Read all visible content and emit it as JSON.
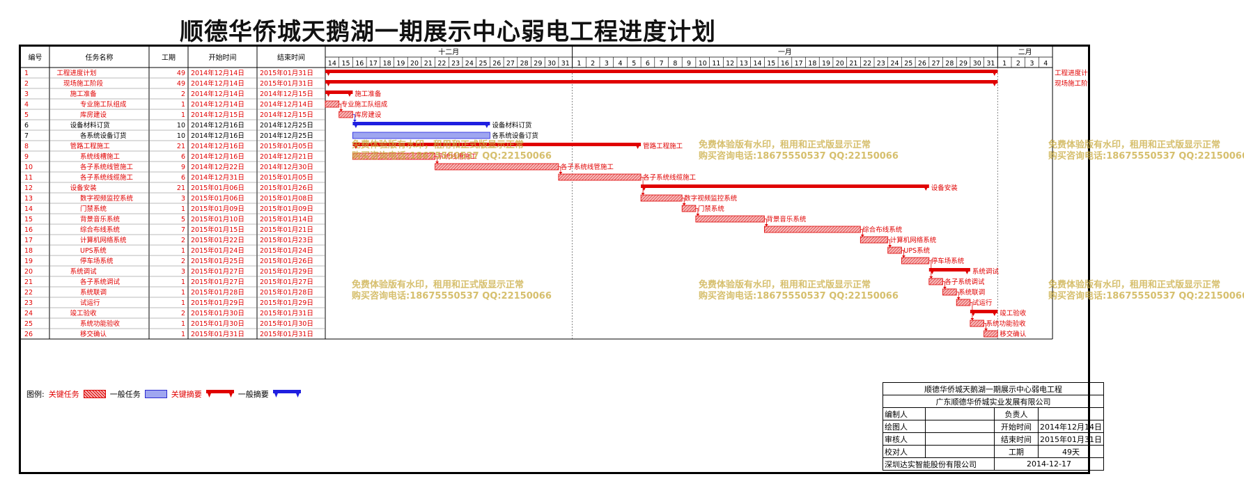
{
  "title": "顺德华侨城天鹅湖一期展示中心弱电工程进度计划",
  "table": {
    "headers": {
      "id": "编号",
      "name": "任务名称",
      "duration": "工期",
      "start": "开始时间",
      "end": "结束时间"
    }
  },
  "timescale": {
    "months": [
      {
        "label": "十二月",
        "days": [
          "14",
          "15",
          "16",
          "17",
          "18",
          "19",
          "20",
          "21",
          "22",
          "23",
          "24",
          "25",
          "26",
          "27",
          "28",
          "29",
          "30",
          "31"
        ]
      },
      {
        "label": "一月",
        "days": [
          "1",
          "2",
          "3",
          "4",
          "5",
          "6",
          "7",
          "8",
          "9",
          "10",
          "11",
          "12",
          "13",
          "14",
          "15",
          "16",
          "17",
          "18",
          "19",
          "20",
          "21",
          "22",
          "23",
          "24",
          "25",
          "26",
          "27",
          "28",
          "29",
          "30",
          "31"
        ]
      },
      {
        "label": "二月",
        "days": [
          "1",
          "2",
          "3",
          "4"
        ]
      }
    ]
  },
  "chart_data": {
    "type": "gantt",
    "x_start": "2014-12-14",
    "x_end": "2015-02-04",
    "tasks": [
      {
        "id": "1",
        "name": "工程进度计划",
        "indent": 0,
        "duration": 49,
        "start": "2014年12月14日",
        "end": "2015年01月31日",
        "s": "2014-12-14",
        "e": "2015-01-31",
        "kind": "critical-summary",
        "label": "工程进度计划",
        "label_pos": "right-outside"
      },
      {
        "id": "2",
        "name": "现场施工阶段",
        "indent": 1,
        "duration": 49,
        "start": "2014年12月14日",
        "end": "2015年01月31日",
        "s": "2014-12-14",
        "e": "2015-01-31",
        "kind": "critical-summary",
        "label": "现场施工阶段",
        "label_pos": "right-outside"
      },
      {
        "id": "3",
        "name": "施工准备",
        "indent": 2,
        "duration": 2,
        "start": "2014年12月14日",
        "end": "2014年12月15日",
        "s": "2014-12-14",
        "e": "2014-12-15",
        "kind": "critical-summary",
        "label": "施工准备"
      },
      {
        "id": "4",
        "name": "专业施工队组成",
        "indent": 3,
        "duration": 1,
        "start": "2014年12月14日",
        "end": "2014年12月14日",
        "s": "2014-12-14",
        "e": "2014-12-14",
        "kind": "critical",
        "label": "专业施工队组成"
      },
      {
        "id": "5",
        "name": "库房建设",
        "indent": 3,
        "duration": 1,
        "start": "2014年12月15日",
        "end": "2014年12月15日",
        "s": "2014-12-15",
        "e": "2014-12-15",
        "kind": "critical",
        "label": "库房建设"
      },
      {
        "id": "6",
        "name": "设备材料订货",
        "indent": 2,
        "duration": 10,
        "start": "2014年12月16日",
        "end": "2014年12月25日",
        "s": "2014-12-16",
        "e": "2014-12-25",
        "kind": "normal-summary",
        "label": "设备材料订货"
      },
      {
        "id": "7",
        "name": "各系统设备订货",
        "indent": 3,
        "duration": 10,
        "start": "2014年12月16日",
        "end": "2014年12月25日",
        "s": "2014-12-16",
        "e": "2014-12-25",
        "kind": "normal",
        "label": "各系统设备订货"
      },
      {
        "id": "8",
        "name": "管路工程施工",
        "indent": 2,
        "duration": 21,
        "start": "2014年12月16日",
        "end": "2015年01月05日",
        "s": "2014-12-16",
        "e": "2015-01-05",
        "kind": "critical-summary",
        "label": "管路工程施工"
      },
      {
        "id": "9",
        "name": "系统线槽施工",
        "indent": 3,
        "duration": 6,
        "start": "2014年12月16日",
        "end": "2014年12月21日",
        "s": "2014-12-16",
        "e": "2014-12-21",
        "kind": "critical",
        "label": "系统线槽施工"
      },
      {
        "id": "10",
        "name": "各子系统线管施工",
        "indent": 3,
        "duration": 9,
        "start": "2014年12月22日",
        "end": "2014年12月30日",
        "s": "2014-12-22",
        "e": "2014-12-30",
        "kind": "critical",
        "label": "各子系统线管施工"
      },
      {
        "id": "11",
        "name": "各子系统线缆施工",
        "indent": 3,
        "duration": 6,
        "start": "2014年12月31日",
        "end": "2015年01月05日",
        "s": "2014-12-31",
        "e": "2015-01-05",
        "kind": "critical",
        "label": "各子系统线缆施工"
      },
      {
        "id": "12",
        "name": "设备安装",
        "indent": 2,
        "duration": 21,
        "start": "2015年01月06日",
        "end": "2015年01月26日",
        "s": "2015-01-06",
        "e": "2015-01-26",
        "kind": "critical-summary",
        "label": "设备安装"
      },
      {
        "id": "13",
        "name": "数字视频监控系统",
        "indent": 3,
        "duration": 3,
        "start": "2015年01月06日",
        "end": "2015年01月08日",
        "s": "2015-01-06",
        "e": "2015-01-08",
        "kind": "critical",
        "label": "数字视频监控系统"
      },
      {
        "id": "14",
        "name": "门禁系统",
        "indent": 3,
        "duration": 1,
        "start": "2015年01月09日",
        "end": "2015年01月09日",
        "s": "2015-01-09",
        "e": "2015-01-09",
        "kind": "critical",
        "label": "门禁系统"
      },
      {
        "id": "15",
        "name": "背景音乐系统",
        "indent": 3,
        "duration": 5,
        "start": "2015年01月10日",
        "end": "2015年01月14日",
        "s": "2015-01-10",
        "e": "2015-01-14",
        "kind": "critical",
        "label": "背景音乐系统"
      },
      {
        "id": "16",
        "name": "综合布线系统",
        "indent": 3,
        "duration": 7,
        "start": "2015年01月15日",
        "end": "2015年01月21日",
        "s": "2015-01-15",
        "e": "2015-01-21",
        "kind": "critical",
        "label": "综合布线系统"
      },
      {
        "id": "17",
        "name": "计算机网络系统",
        "indent": 3,
        "duration": 2,
        "start": "2015年01月22日",
        "end": "2015年01月23日",
        "s": "2015-01-22",
        "e": "2015-01-23",
        "kind": "critical",
        "label": "计算机网络系统"
      },
      {
        "id": "18",
        "name": "UPS系统",
        "indent": 3,
        "duration": 1,
        "start": "2015年01月24日",
        "end": "2015年01月24日",
        "s": "2015-01-24",
        "e": "2015-01-24",
        "kind": "critical",
        "label": "UPS系统"
      },
      {
        "id": "19",
        "name": "停车场系统",
        "indent": 3,
        "duration": 2,
        "start": "2015年01月25日",
        "end": "2015年01月26日",
        "s": "2015-01-25",
        "e": "2015-01-26",
        "kind": "critical",
        "label": "停车场系统"
      },
      {
        "id": "20",
        "name": "系统调试",
        "indent": 2,
        "duration": 3,
        "start": "2015年01月27日",
        "end": "2015年01月29日",
        "s": "2015-01-27",
        "e": "2015-01-29",
        "kind": "critical-summary",
        "label": "系统调试"
      },
      {
        "id": "21",
        "name": "各子系统调试",
        "indent": 3,
        "duration": 1,
        "start": "2015年01月27日",
        "end": "2015年01月27日",
        "s": "2015-01-27",
        "e": "2015-01-27",
        "kind": "critical",
        "label": "各子系统调试"
      },
      {
        "id": "22",
        "name": "系统联调",
        "indent": 3,
        "duration": 1,
        "start": "2015年01月28日",
        "end": "2015年01月28日",
        "s": "2015-01-28",
        "e": "2015-01-28",
        "kind": "critical",
        "label": "系统联调"
      },
      {
        "id": "23",
        "name": "试运行",
        "indent": 3,
        "duration": 1,
        "start": "2015年01月29日",
        "end": "2015年01月29日",
        "s": "2015-01-29",
        "e": "2015-01-29",
        "kind": "critical",
        "label": "试运行"
      },
      {
        "id": "24",
        "name": "竣工验收",
        "indent": 2,
        "duration": 2,
        "start": "2015年01月30日",
        "end": "2015年01月31日",
        "s": "2015-01-30",
        "e": "2015-01-31",
        "kind": "critical-summary",
        "label": "竣工验收"
      },
      {
        "id": "25",
        "name": "系统功能验收",
        "indent": 3,
        "duration": 1,
        "start": "2015年01月30日",
        "end": "2015年01月30日",
        "s": "2015-01-30",
        "e": "2015-01-30",
        "kind": "critical",
        "label": "系统功能验收"
      },
      {
        "id": "26",
        "name": "移交确认",
        "indent": 3,
        "duration": 1,
        "start": "2015年01月31日",
        "end": "2015年01月31日",
        "s": "2015-01-31",
        "e": "2015-01-31",
        "kind": "critical",
        "label": "移交确认"
      }
    ]
  },
  "watermark": {
    "line1": "免费体验版有水印，租用和正式版显示正常",
    "line2": "购买咨询电话:18675550537 QQ:22150066"
  },
  "legend": {
    "prefix": "图例:",
    "critical_task": "关键任务",
    "normal_task": "一般任务",
    "critical_summary": "关键摘要",
    "normal_summary": "一般摘要"
  },
  "info_block": {
    "project_title": "顺德华侨城天鹅湖一期展示中心弱电工程",
    "company": "广东顺德华侨城实业发展有限公司",
    "rows": [
      {
        "label1": "编制人",
        "value1": "",
        "label2": "负责人",
        "value2": ""
      },
      {
        "label1": "绘图人",
        "value1": "",
        "label2": "开始时间",
        "value2": "2014年12月14日"
      },
      {
        "label1": "审核人",
        "value1": "",
        "label2": "结束时间",
        "value2": "2015年01月31日"
      },
      {
        "label1": "校对人",
        "value1": "",
        "label2": "工期",
        "value2": "49天"
      }
    ],
    "footer_company": "深圳达实智能股份有限公司",
    "footer_date": "2014-12-17"
  },
  "colors": {
    "critical": "#e00000",
    "critical_fill": "#f4a0a0",
    "normal": "#1f1fe0",
    "normal_fill": "#9fa6f0",
    "watermark": "#c8aa3c"
  }
}
